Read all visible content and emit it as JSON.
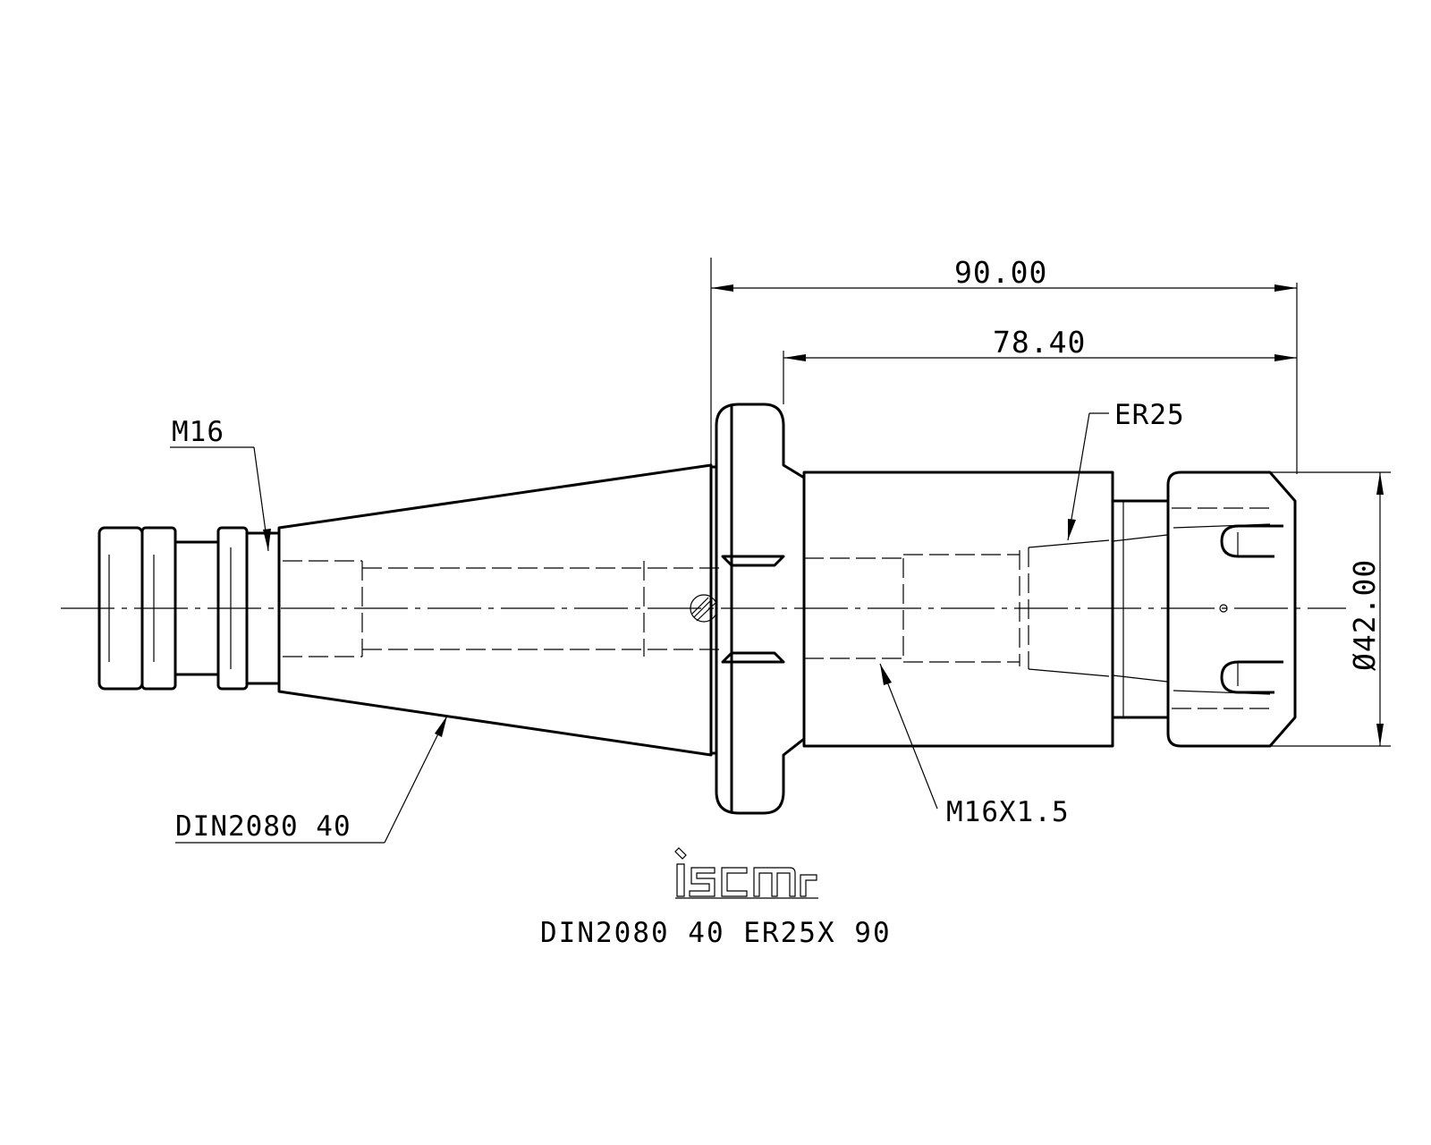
{
  "dimensions": {
    "overall_length": "90.00",
    "body_length": "78.40",
    "diameter": "Ø42.00"
  },
  "labels": {
    "pull_stud_thread": "M16",
    "collet_type": "ER25",
    "taper_standard": "DIN2080 40",
    "internal_thread": "M16X1.5"
  },
  "logo": {
    "brand": "iscar"
  },
  "title": {
    "designation": "DIN2080 40 ER25X 90"
  }
}
